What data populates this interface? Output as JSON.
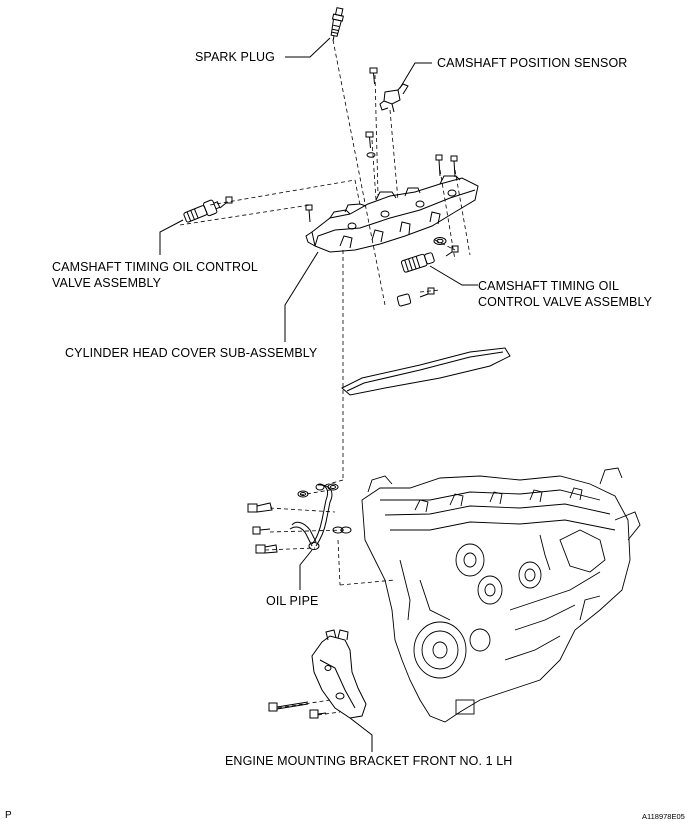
{
  "labels": {
    "spark_plug": "SPARK PLUG",
    "camshaft_position_sensor": "CAMSHAFT POSITION SENSOR",
    "ocv_left_line1": "CAMSHAFT TIMING OIL CONTROL",
    "ocv_left_line2": "VALVE ASSEMBLY",
    "ocv_right_line1": "CAMSHAFT TIMING OIL",
    "ocv_right_line2": "CONTROL VALVE ASSEMBLY",
    "cylinder_head_cover": "CYLINDER HEAD COVER SUB-ASSEMBLY",
    "oil_pipe": "OIL PIPE",
    "engine_mounting_bracket": "ENGINE MOUNTING BRACKET FRONT NO. 1 LH"
  },
  "corner_codes": {
    "left": "P",
    "right": "A118978E05"
  },
  "colors": {
    "ink": "#000000",
    "background": "#ffffff"
  }
}
